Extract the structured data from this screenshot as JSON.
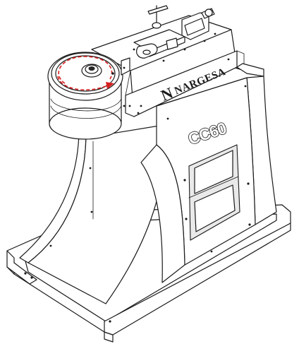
{
  "image": {
    "brand_text": "NARGESA",
    "brand_logo_glyph": "N",
    "model_text": "CC60",
    "colors": {
      "line": "#1a1a1a",
      "background": "#ffffff",
      "rotation_arrow": "#d92020",
      "shade": "#e9e9e9"
    }
  }
}
